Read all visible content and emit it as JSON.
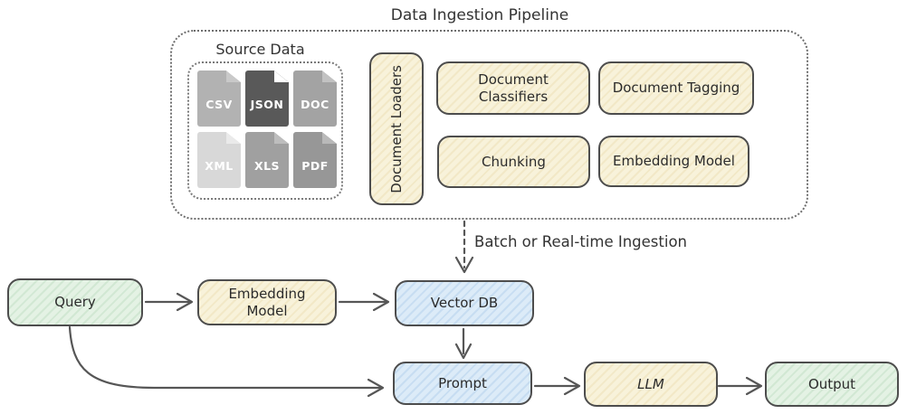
{
  "title": "Data Ingestion Pipeline",
  "pipeline": {
    "source_data": {
      "label": "Source Data",
      "file_types": [
        {
          "name": "CSV",
          "color": "#b2b2b2"
        },
        {
          "name": "JSON",
          "color": "#595959"
        },
        {
          "name": "DOC",
          "color": "#a3a3a3"
        },
        {
          "name": "XML",
          "color": "#d8d8d8"
        },
        {
          "name": "XLS",
          "color": "#a0a0a0"
        },
        {
          "name": "PDF",
          "color": "#979797"
        }
      ]
    },
    "document_loaders": {
      "label": "Document Loaders"
    },
    "stages": {
      "document_classifiers": {
        "label": "Document Classifiers"
      },
      "document_tagging": {
        "label": "Document Tagging"
      },
      "chunking": {
        "label": "Chunking"
      },
      "embedding_model": {
        "label": "Embedding Model"
      }
    }
  },
  "ingestion_arrow": {
    "label": "Batch or Real-time Ingestion"
  },
  "flow": {
    "query": {
      "label": "Query",
      "fill": "#e4f2e4"
    },
    "embedding_model": {
      "label": "Embedding Model",
      "fill": "#f8f2da"
    },
    "vector_db": {
      "label": "Vector DB",
      "fill": "#dcebf8"
    },
    "prompt": {
      "label": "Prompt",
      "fill": "#dcebf8"
    },
    "llm": {
      "label": "LLM",
      "fill": "#f8f2da"
    },
    "output": {
      "label": "Output",
      "fill": "#e4f2e4"
    }
  },
  "colors": {
    "process_fill": "#f8f2da",
    "endpoint_fill": "#e4f2e4",
    "datastore_fill": "#dcebf8",
    "box_stroke": "#4d4d4d",
    "arrow_stroke": "#565656",
    "icon_text": "#ffffff"
  }
}
